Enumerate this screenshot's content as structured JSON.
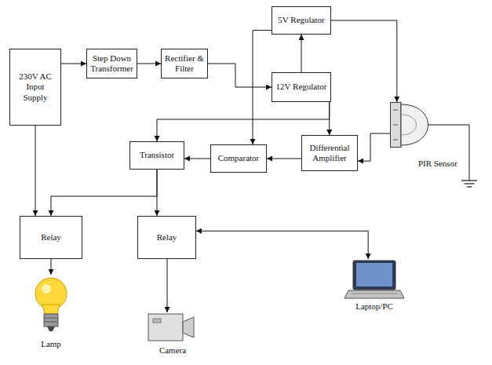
{
  "diagram": {
    "nodes": [
      {
        "text": [
          "230V AC Input Supply"
        ]
      },
      {
        "text": [
          "Step Down Transformer"
        ]
      },
      {
        "text": [
          "Rectifier & Filter"
        ]
      },
      {
        "text": [
          "5V Regulator"
        ]
      },
      {
        "text": [
          "12V Regulator"
        ]
      },
      {
        "text": [
          "PIR Sensor"
        ]
      },
      {
        "text": [
          "Transistor"
        ]
      },
      {
        "text": [
          "Comparator"
        ]
      },
      {
        "text": [
          "Differential Amplifier"
        ]
      },
      {
        "text": [
          "Relay"
        ]
      },
      {
        "text": [
          "Relay"
        ]
      },
      {
        "text": [
          "Laptop/PC"
        ]
      },
      {
        "text": [
          "Lamp"
        ]
      },
      {
        "text": [
          "Camera"
        ]
      }
    ],
    "edges": [
      {
        "from": 0,
        "to": 1,
        "arrow": "to"
      },
      {
        "from": 1,
        "to": 2,
        "arrow": "to"
      },
      {
        "from": 2,
        "to": 4,
        "arrow": "to"
      },
      {
        "from": 4,
        "to": 3,
        "arrow": "to"
      },
      {
        "from": 3,
        "to": 5,
        "arrow": "to"
      },
      {
        "from": 5,
        "to": 8,
        "arrow": "to"
      },
      {
        "from": 4,
        "to": 8,
        "arrow": "to"
      },
      {
        "from": 4,
        "to": 6,
        "arrow": "to"
      },
      {
        "from": 3,
        "to": 7,
        "arrow": "to"
      },
      {
        "from": 8,
        "to": 7,
        "arrow": "to"
      },
      {
        "from": 7,
        "to": 6,
        "arrow": "to"
      },
      {
        "from": 6,
        "to": 9,
        "arrow": "to"
      },
      {
        "from": 6,
        "to": 10,
        "arrow": "to"
      },
      {
        "from": 0,
        "to": 9,
        "arrow": "to"
      },
      {
        "from": 9,
        "to": 12,
        "arrow": "to"
      },
      {
        "from": 10,
        "to": 13,
        "arrow": "to"
      },
      {
        "from": 11,
        "to": 10,
        "arrow": "both"
      }
    ]
  }
}
